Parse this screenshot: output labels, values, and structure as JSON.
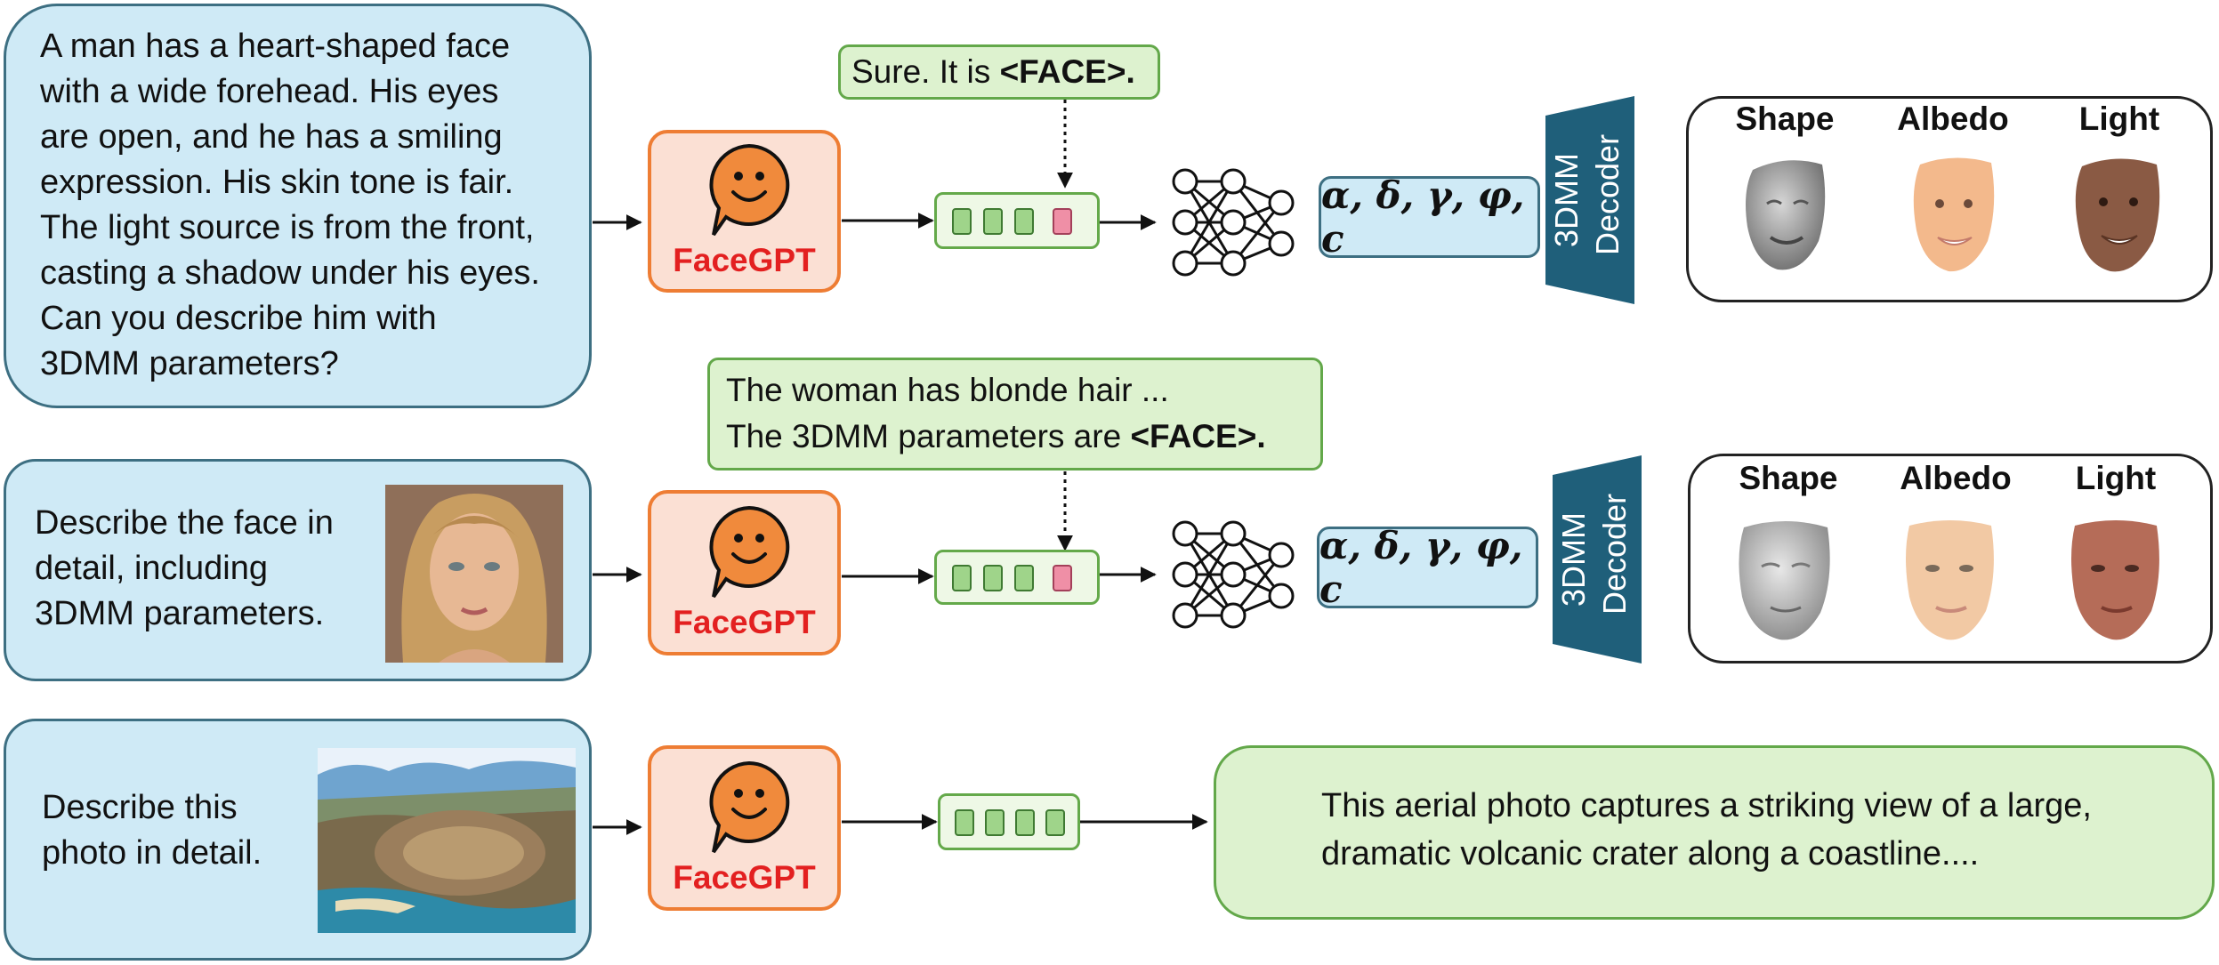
{
  "rows": [
    {
      "prompt": "A man has a heart-shaped face\nwith a wide forehead. His eyes\nare open, and he has a smiling\nexpression. His skin tone is fair.\nThe light source is from the front,\ncasting a shadow under his eyes.\nCan you describe him with\n3DMM parameters?",
      "model": "FaceGPT",
      "response_prefix": "Sure. It is ",
      "face_token": "<FACE>.",
      "params": "α, δ, γ, φ, c",
      "decoder": [
        "3DMM",
        "Decoder"
      ],
      "outputs": [
        "Shape",
        "Albedo",
        "Light"
      ]
    },
    {
      "prompt": "Describe the face in\ndetail, including\n3DMM parameters.",
      "model": "FaceGPT",
      "response_line1": "The woman has blonde hair ...",
      "response_prefix": "The 3DMM parameters are ",
      "face_token": "<FACE>.",
      "params": "α, δ, γ, φ, c",
      "decoder": [
        "3DMM",
        "Decoder"
      ],
      "outputs": [
        "Shape",
        "Albedo",
        "Light"
      ]
    },
    {
      "prompt": "Describe this\nphoto in detail.",
      "model": "FaceGPT",
      "answer": "This aerial photo captures a striking view of a large,\ndramatic volcanic crater along a coastline...."
    }
  ],
  "colors": {
    "prompt_fill": "#cfeaf6",
    "model_fill": "#fbe0d4",
    "model_border": "#ee7d34",
    "model_label": "#e32020",
    "response_fill": "#ddf2cf",
    "decoder_fill": "#1f5f7a",
    "face_token": "#ef8fa6"
  },
  "icons": [
    "smiley-chat-icon",
    "neural-network-icon",
    "portrait-photo",
    "crater-photo",
    "shape-render",
    "albedo-render",
    "light-render"
  ]
}
